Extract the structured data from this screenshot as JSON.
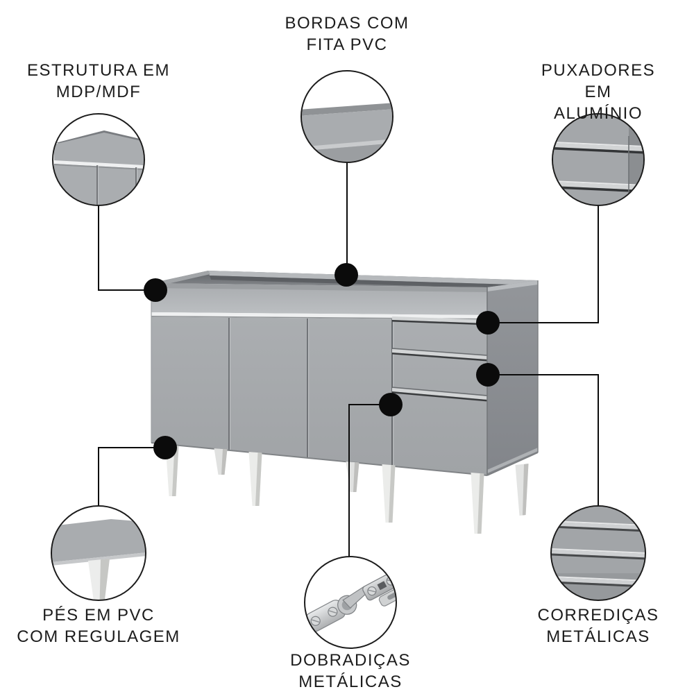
{
  "callouts": [
    {
      "id": "bordas",
      "label": "BORDAS COM\nFITA PVC",
      "icon": "pvc-edge-detail"
    },
    {
      "id": "estrutura",
      "label": "ESTRUTURA EM\nMDP/MDF",
      "icon": "mdp-structure-detail"
    },
    {
      "id": "puxadores",
      "label": "PUXADORES\nEM ALUMÍNIO",
      "icon": "aluminum-handle-detail"
    },
    {
      "id": "pes",
      "label": "PÉS EM PVC\nCOM REGULAGEM",
      "icon": "adjustable-foot-detail"
    },
    {
      "id": "dobradicas",
      "label": "DOBRADIÇAS\nMETÁLICAS",
      "icon": "metal-hinge-detail"
    },
    {
      "id": "corredicas",
      "label": "CORREDIÇAS\nMETÁLICAS",
      "icon": "metal-slide-detail"
    }
  ],
  "colors": {
    "text": "#1c1c1c",
    "line": "#0b0b0b",
    "front": "#a7aaad",
    "side": "#8c8f93",
    "band": "#b2b5b8",
    "interior": "#6b6e72",
    "strip_light": "#d3d5d6",
    "strip_dark": "#3a3c3e",
    "white_gap": "#eff0f1",
    "leg": "#ebecea"
  }
}
